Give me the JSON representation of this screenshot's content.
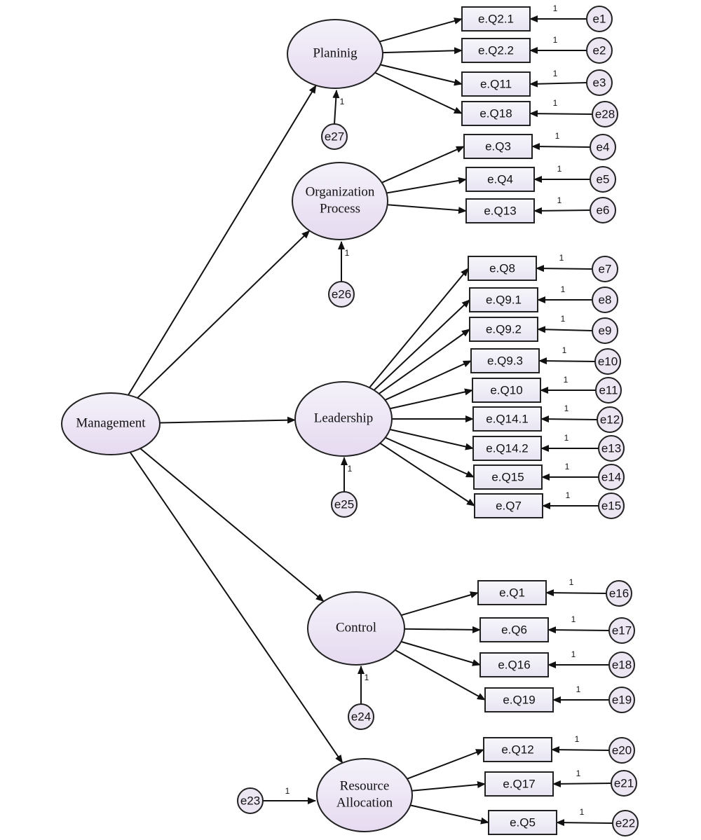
{
  "colors": {
    "latent_fill_top": "#f4f2fa",
    "latent_fill_bottom": "#e6daf0",
    "box_fill_top": "#f6f6fb",
    "box_fill_bottom": "#e8e4f2",
    "error_fill": "#ece6f3",
    "stroke": "#111111"
  },
  "latents": [
    {
      "id": "management",
      "lines": [
        "Management"
      ]
    },
    {
      "id": "planinig",
      "lines": [
        "Planinig"
      ]
    },
    {
      "id": "organization",
      "lines": [
        "Organization",
        "Process"
      ]
    },
    {
      "id": "leadership",
      "lines": [
        "Leadership"
      ]
    },
    {
      "id": "control",
      "lines": [
        "Control"
      ]
    },
    {
      "id": "resource",
      "lines": [
        "Resource",
        "Allocation"
      ]
    }
  ],
  "observed": [
    {
      "id": "q2_1",
      "label": "e.Q2.1",
      "factor": "planinig",
      "error": "e1",
      "weight": "1"
    },
    {
      "id": "q2_2",
      "label": "e.Q2.2",
      "factor": "planinig",
      "error": "e2",
      "weight": "1"
    },
    {
      "id": "q11",
      "label": "e.Q11",
      "factor": "planinig",
      "error": "e3",
      "weight": "1"
    },
    {
      "id": "q18",
      "label": "e.Q18",
      "factor": "planinig",
      "error": "e28",
      "weight": "1"
    },
    {
      "id": "q3",
      "label": "e.Q3",
      "factor": "organization",
      "error": "e4",
      "weight": "1"
    },
    {
      "id": "q4",
      "label": "e.Q4",
      "factor": "organization",
      "error": "e5",
      "weight": "1"
    },
    {
      "id": "q13",
      "label": "e.Q13",
      "factor": "organization",
      "error": "e6",
      "weight": "1"
    },
    {
      "id": "q8",
      "label": "e.Q8",
      "factor": "leadership",
      "error": "e7",
      "weight": "1"
    },
    {
      "id": "q9_1",
      "label": "e.Q9.1",
      "factor": "leadership",
      "error": "e8",
      "weight": "1"
    },
    {
      "id": "q9_2",
      "label": "e.Q9.2",
      "factor": "leadership",
      "error": "e9",
      "weight": "1"
    },
    {
      "id": "q9_3",
      "label": "e.Q9.3",
      "factor": "leadership",
      "error": "e10",
      "weight": "1"
    },
    {
      "id": "q10",
      "label": "e.Q10",
      "factor": "leadership",
      "error": "e11",
      "weight": "1"
    },
    {
      "id": "q14_1",
      "label": "e.Q14.1",
      "factor": "leadership",
      "error": "e12",
      "weight": "1"
    },
    {
      "id": "q14_2",
      "label": "e.Q14.2",
      "factor": "leadership",
      "error": "e13",
      "weight": "1"
    },
    {
      "id": "q15",
      "label": "e.Q15",
      "factor": "leadership",
      "error": "e14",
      "weight": "1"
    },
    {
      "id": "q7",
      "label": "e.Q7",
      "factor": "leadership",
      "error": "e15",
      "weight": "1"
    },
    {
      "id": "q1",
      "label": "e.Q1",
      "factor": "control",
      "error": "e16",
      "weight": "1"
    },
    {
      "id": "q6",
      "label": "e.Q6",
      "factor": "control",
      "error": "e17",
      "weight": "1"
    },
    {
      "id": "q16",
      "label": "e.Q16",
      "factor": "control",
      "error": "e18",
      "weight": "1"
    },
    {
      "id": "q19",
      "label": "e.Q19",
      "factor": "control",
      "error": "e19",
      "weight": "1"
    },
    {
      "id": "q12",
      "label": "e.Q12",
      "factor": "resource",
      "error": "e20",
      "weight": "1"
    },
    {
      "id": "q17",
      "label": "e.Q17",
      "factor": "resource",
      "error": "e21",
      "weight": "1"
    },
    {
      "id": "q5",
      "label": "e.Q5",
      "factor": "resource",
      "error": "e22",
      "weight": "1"
    }
  ],
  "disturbances": [
    {
      "label": "e27",
      "factor": "planinig",
      "weight": "1"
    },
    {
      "label": "e26",
      "factor": "organization",
      "weight": "1"
    },
    {
      "label": "e25",
      "factor": "leadership",
      "weight": "1"
    },
    {
      "label": "e24",
      "factor": "control",
      "weight": "1"
    },
    {
      "label": "e23",
      "factor": "resource",
      "weight": "1"
    }
  ]
}
